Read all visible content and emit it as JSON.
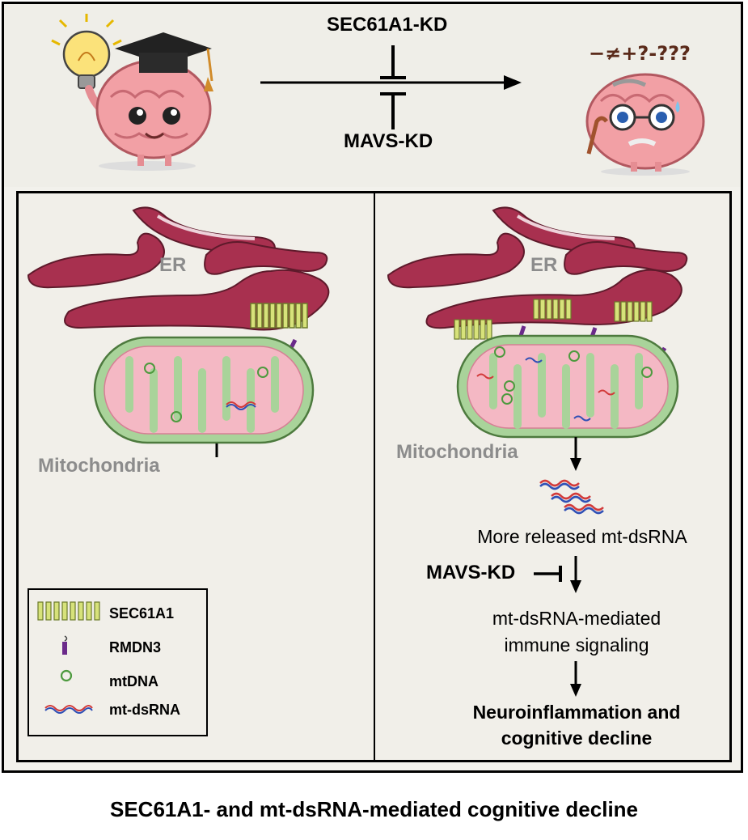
{
  "top": {
    "sec61a1_kd": "SEC61A1-KD",
    "mavs_kd": "MAVS-KD",
    "confused_symbols": "−≠+?-???"
  },
  "left": {
    "er_label": "ER",
    "mito_label": "Mitochondria"
  },
  "right": {
    "er_label": "ER",
    "mito_label": "Mitochondria",
    "released": "More released mt-dsRNA",
    "mavs_kd": "MAVS-KD",
    "signaling_line1": "mt-dsRNA-mediated",
    "signaling_line2": "immune signaling",
    "outcome_line1": "Neuroinflammation and",
    "outcome_line2": "cognitive decline"
  },
  "legend": {
    "items": [
      {
        "label": "SEC61A1",
        "icon": "sec61a1-icon"
      },
      {
        "label": "RMDN3",
        "icon": "rmdn3-icon"
      },
      {
        "label": "mtDNA",
        "icon": "mtdna-icon"
      },
      {
        "label": "mt-dsRNA",
        "icon": "mt-dsrna-icon"
      }
    ]
  },
  "caption": "SEC61A1- and mt-dsRNA-mediated cognitive decline",
  "colors": {
    "er": "#a8304f",
    "er_light": "#d9a7b5",
    "mito_outer": "#a9d39a",
    "mito_inner": "#f4b8c4",
    "sec61a1": "#d7e27a",
    "rmdn3": "#6b2a8a",
    "rna_red": "#d23a3a",
    "rna_blue": "#2f4fb5"
  }
}
